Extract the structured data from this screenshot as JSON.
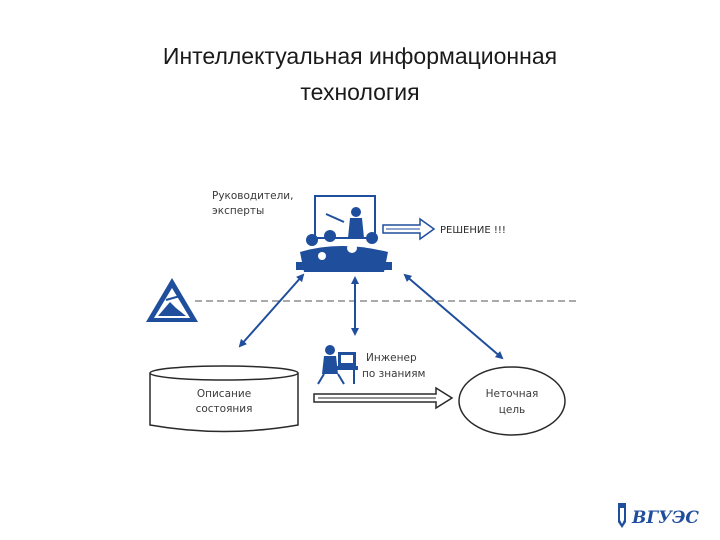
{
  "title": {
    "line1": "Интеллектуальная информационная",
    "line2": "технология"
  },
  "nodes": {
    "managers": {
      "line1": "Руководители,",
      "line2": "эксперты"
    },
    "decision": "РЕШЕНИЕ !!!",
    "engineer": {
      "line1": "Инженер",
      "line2": "по знаниям"
    },
    "state": {
      "line1": "Описание",
      "line2": "состояния"
    },
    "goal": {
      "line1": "Неточная",
      "line2": "цель"
    }
  },
  "logo": {
    "text": "ВГУЭС"
  },
  "colors": {
    "accent": "#1f4e9c",
    "line": "#2a2a2a",
    "dash": "#555555"
  }
}
